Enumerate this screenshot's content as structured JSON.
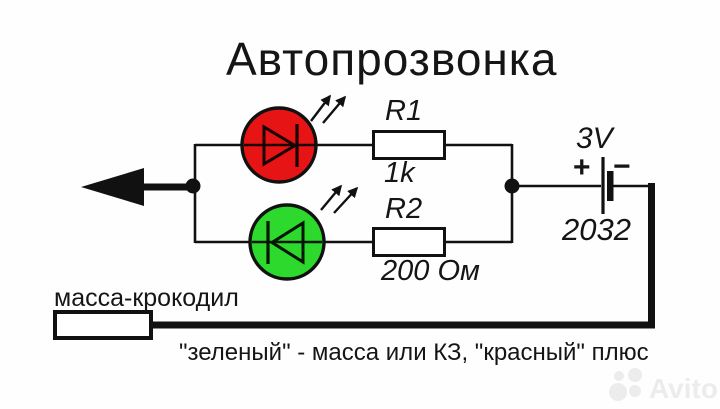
{
  "title": "Автопрозвонка",
  "circuit": {
    "red_led": {
      "color": "#e61414"
    },
    "green_led": {
      "color": "#2cd92c"
    },
    "resistor1": {
      "label": "R1",
      "value": "1k"
    },
    "resistor2": {
      "label": "R2",
      "value": "200 Ом"
    },
    "battery": {
      "voltage": "3V",
      "plus_sign": "+",
      "minus_sign": "−",
      "model": "2032"
    },
    "probe_clip_label": "масса-крокодил"
  },
  "caption": "\"зеленый\" - масса или КЗ, \"красный\" плюс",
  "watermark": {
    "text": "Avito",
    "color": "#ececec"
  },
  "line_color": "#111111"
}
